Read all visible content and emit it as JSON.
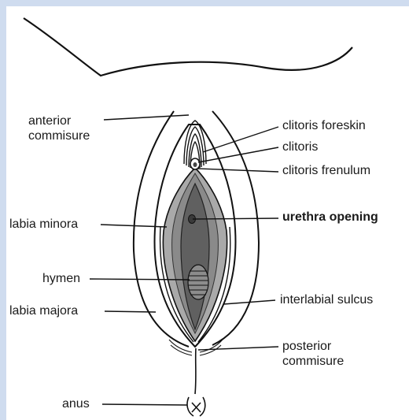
{
  "labels": {
    "anterior_commissure_line1": "anterior",
    "anterior_commissure_line2": "commisure",
    "clitoris_foreskin": "clitoris foreskin",
    "clitoris": "clitoris",
    "clitoris_frenulum": "clitoris frenulum",
    "labia_minora": "labia minora",
    "urethra_opening": "urethra opening",
    "hymen": "hymen",
    "labia_majora": "labia majora",
    "interlabial_sulcus": "interlabial sulcus",
    "posterior_commissure_line1": "posterior",
    "posterior_commissure_line2": "commisure",
    "anus": "anus"
  },
  "colors": {
    "background": "#cfdcef",
    "canvas": "#ffffff",
    "outline": "#111111",
    "labia_minora_fill": "#a9a9a9",
    "inner_fill": "#6f6f6f",
    "vestibule_fill": "#5a5a5a",
    "hymen_fill": "#8c8c8c"
  }
}
